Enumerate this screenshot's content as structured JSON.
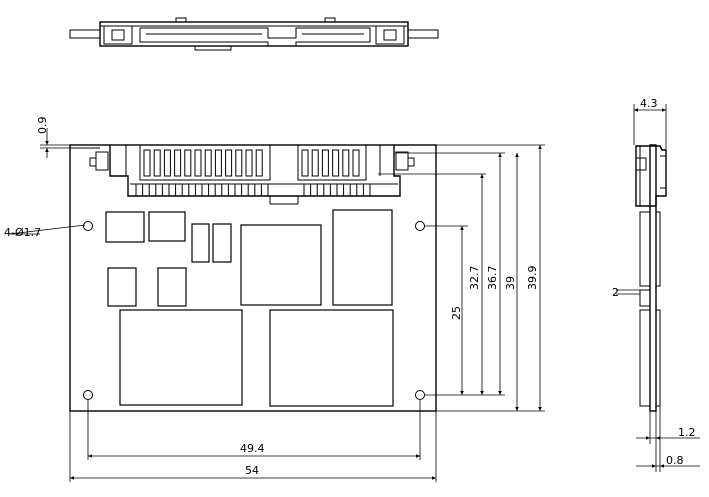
{
  "dimensions": {
    "tab_offset": "0.9",
    "hole_spec": "4-Ø1.7",
    "hole_pitch_x": "49.4",
    "board_width": "54",
    "hole_pitch_y": "25",
    "height_a": "32.7",
    "height_b": "36.7",
    "height_c": "39",
    "board_height": "39.9",
    "side_depth": "4.3",
    "side_step": "2",
    "pcb_thickness": "1.2",
    "component_gap": "0.8"
  },
  "colors": {
    "line": "#000000",
    "background": "#ffffff"
  }
}
